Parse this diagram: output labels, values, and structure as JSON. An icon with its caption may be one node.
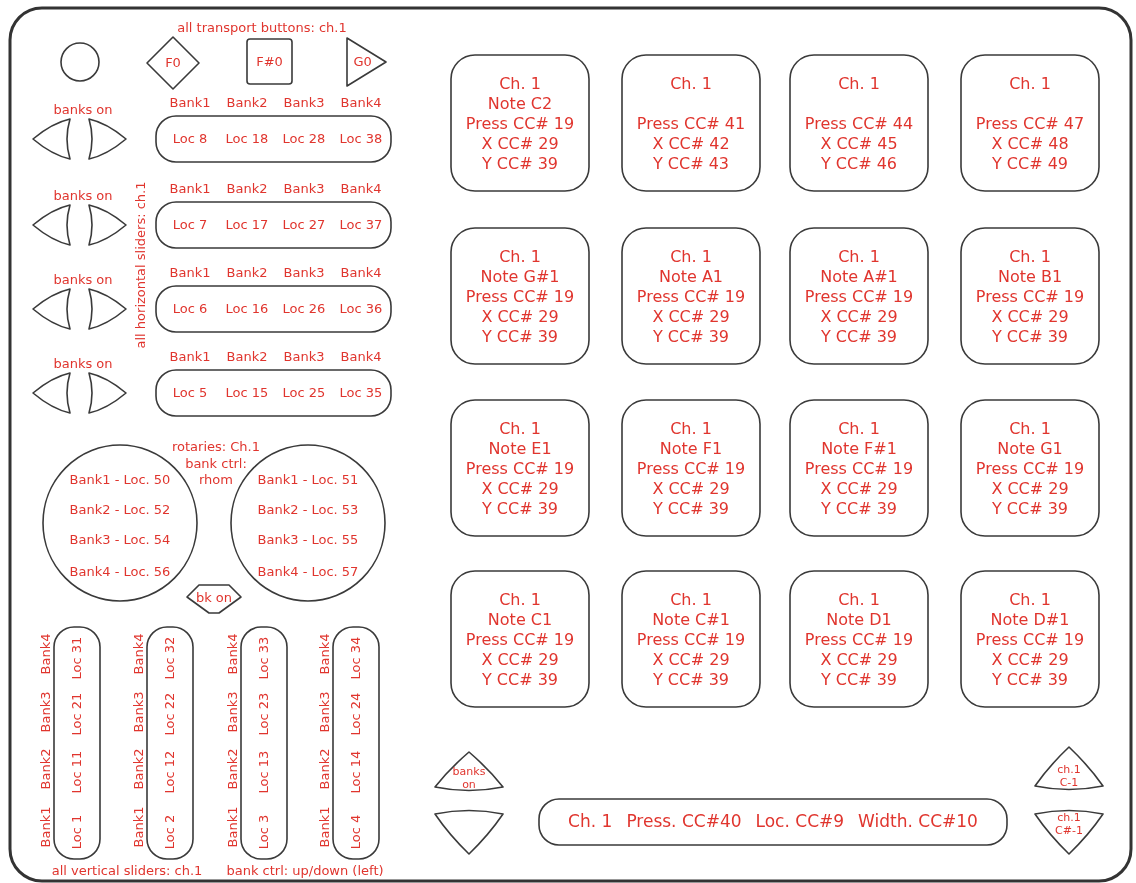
{
  "diagram": {
    "nodes": [
      {
        "text": [],
        "shape": "circle"
      },
      {
        "text": [
          "F0"
        ]
      },
      {
        "text": [
          "F#0"
        ]
      },
      {
        "text": [
          "G0"
        ]
      },
      {
        "text": [],
        "shape": "triangle"
      },
      {
        "text": [],
        "shape": "triangle"
      },
      {
        "text": [
          "Loc 8",
          "Loc 18",
          "Loc 28",
          "Loc 38"
        ],
        "beside": [
          "Bank1",
          "Bank2",
          "Bank3",
          "Bank4"
        ]
      },
      {
        "text": [],
        "shape": "triangle"
      },
      {
        "text": [],
        "shape": "triangle"
      },
      {
        "text": [
          "Loc 7",
          "Loc 17",
          "Loc 27",
          "Loc 37"
        ],
        "beside": [
          "Bank1",
          "Bank2",
          "Bank3",
          "Bank4"
        ]
      },
      {
        "text": [],
        "shape": "triangle"
      },
      {
        "text": [],
        "shape": "triangle"
      },
      {
        "text": [
          "Loc 6",
          "Loc 16",
          "Loc 26",
          "Loc 36"
        ],
        "beside": [
          "Bank1",
          "Bank2",
          "Bank3",
          "Bank4"
        ]
      },
      {
        "text": [],
        "shape": "triangle"
      },
      {
        "text": [],
        "shape": "triangle"
      },
      {
        "text": [
          "Loc 5",
          "Loc 15",
          "Loc 25",
          "Loc 35"
        ],
        "beside": [
          "Bank1",
          "Bank2",
          "Bank3",
          "Bank4"
        ]
      },
      {
        "text": [
          "Bank1 - Loc. 50",
          "Bank2 - Loc. 52",
          "Bank3 - Loc. 54",
          "Bank4 - Loc. 56"
        ]
      },
      {
        "text": [
          "Bank1 - Loc. 51",
          "Bank2 - Loc. 53",
          "Bank3 - Loc. 55",
          "Bank4 - Loc. 57"
        ]
      },
      {
        "text": [
          "bk on"
        ]
      },
      {
        "text": [
          "Loc 1",
          "Loc 11",
          "Loc 21",
          "Loc 31"
        ],
        "beside": [
          "Bank1",
          "Bank2",
          "Bank3",
          "Bank4"
        ]
      },
      {
        "text": [
          "Loc 2",
          "Loc 12",
          "Loc 22",
          "Loc 32"
        ],
        "beside": [
          "Bank1",
          "Bank2",
          "Bank3",
          "Bank4"
        ]
      },
      {
        "text": [
          "Loc 3",
          "Loc 13",
          "Loc 23",
          "Loc 33"
        ],
        "beside": [
          "Bank1",
          "Bank2",
          "Bank3",
          "Bank4"
        ]
      },
      {
        "text": [
          "Loc 4",
          "Loc 14",
          "Loc 24",
          "Loc 34"
        ],
        "beside": [
          "Bank1",
          "Bank2",
          "Bank3",
          "Bank4"
        ]
      },
      {
        "text": [
          "Ch. 1",
          "Note C2",
          "Press CC# 19",
          "X CC# 29",
          "Y CC# 39"
        ]
      },
      {
        "text": [
          "Ch. 1",
          "Press CC# 41",
          "X CC# 42",
          "Y CC# 43"
        ]
      },
      {
        "text": [
          "Ch. 1",
          "Press CC# 44",
          "X CC# 45",
          "Y CC# 46"
        ]
      },
      {
        "text": [
          "Ch. 1",
          "Press CC# 47",
          "X CC# 48",
          "Y CC# 49"
        ]
      },
      {
        "text": [
          "Ch. 1",
          "Note G#1",
          "Press CC# 19",
          "X CC# 29",
          "Y CC# 39"
        ]
      },
      {
        "text": [
          "Ch. 1",
          "Note A1",
          "Press CC# 19",
          "X CC# 29",
          "Y CC# 39"
        ]
      },
      {
        "text": [
          "Ch. 1",
          "Note A#1",
          "Press CC# 19",
          "X CC# 29",
          "Y CC# 39"
        ]
      },
      {
        "text": [
          "Ch. 1",
          "Note B1",
          "Press CC# 19",
          "X CC# 29",
          "Y CC# 39"
        ]
      },
      {
        "text": [
          "Ch. 1",
          "Note E1",
          "Press CC# 19",
          "X CC# 29",
          "Y CC# 39"
        ]
      },
      {
        "text": [
          "Ch. 1",
          "Note F1",
          "Press CC# 19",
          "X CC# 29",
          "Y CC# 39"
        ]
      },
      {
        "text": [
          "Ch. 1",
          "Note F#1",
          "Press CC# 19",
          "X CC# 29",
          "Y CC# 39"
        ]
      },
      {
        "text": [
          "Ch. 1",
          "Note G1",
          "Press CC# 19",
          "X CC# 29",
          "Y CC# 39"
        ]
      },
      {
        "text": [
          "Ch. 1",
          "Note C1",
          "Press CC# 19",
          "X CC# 29",
          "Y CC# 39"
        ]
      },
      {
        "text": [
          "Ch. 1",
          "Note C#1",
          "Press CC# 19",
          "X CC# 29",
          "Y CC# 39"
        ]
      },
      {
        "text": [
          "Ch. 1",
          "Note D1",
          "Press CC# 19",
          "X CC# 29",
          "Y CC# 39"
        ]
      },
      {
        "text": [
          "Ch. 1",
          "Note D#1",
          "Press CC# 19",
          "X CC# 29",
          "Y CC# 39"
        ]
      },
      {
        "text": [
          "banks on"
        ]
      },
      {
        "text": [],
        "shape": "triangle"
      },
      {
        "text": [
          "Ch. 1",
          "Press. CC#40",
          "Loc. CC#9",
          "Width. CC#10"
        ]
      },
      {
        "text": [
          "ch.1 C-1"
        ]
      },
      {
        "text": [
          "ch.1 C#-1"
        ]
      }
    ],
    "labels": [
      "all transport buttons: ch.1",
      "banks on",
      "banks on",
      "banks on",
      "banks on",
      "all horizontal sliders: ch.1",
      "rotaries: Ch.1",
      "bank ctrl: rhom",
      "all vertical sliders: ch.1",
      "bank ctrl: up/down (left)"
    ]
  }
}
